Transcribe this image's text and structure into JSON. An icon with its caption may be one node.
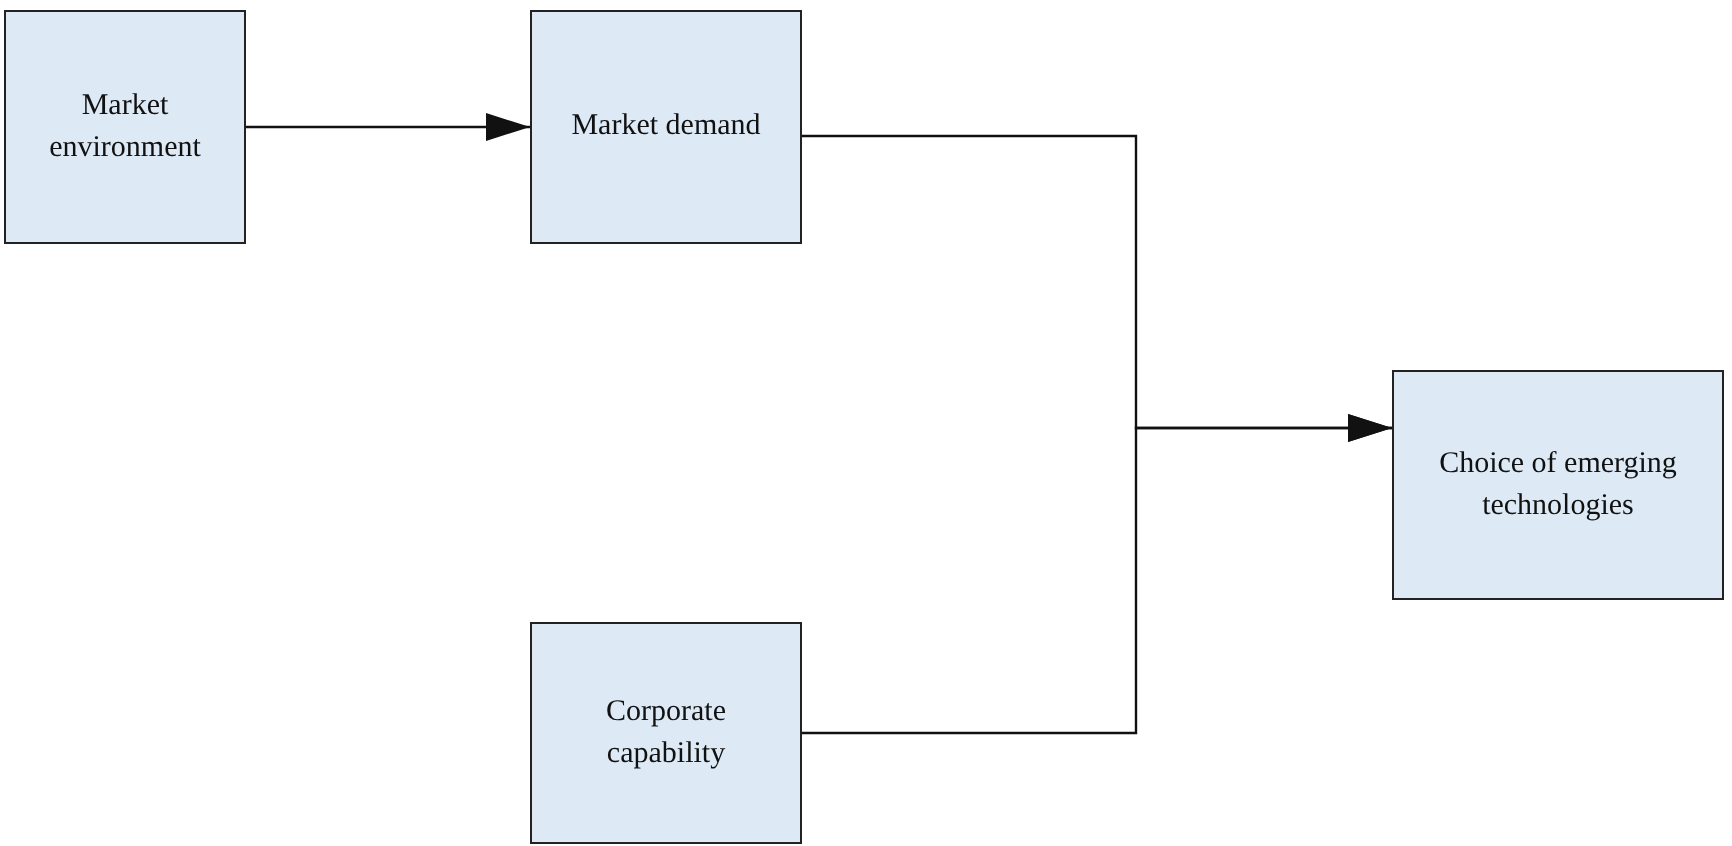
{
  "diagram": {
    "nodes": [
      {
        "text": [
          "Market environment"
        ]
      },
      {
        "text": [
          "Market demand"
        ]
      },
      {
        "text": [
          "Choice of emerging technologies"
        ]
      },
      {
        "text": [
          "Corporate capability"
        ]
      }
    ],
    "edges": [
      {
        "from": 0,
        "to": 1,
        "arrow": "to"
      },
      {
        "from": 1,
        "to": 2,
        "arrow": "to"
      },
      {
        "from": 3,
        "to": 2,
        "arrow": "to"
      }
    ]
  }
}
